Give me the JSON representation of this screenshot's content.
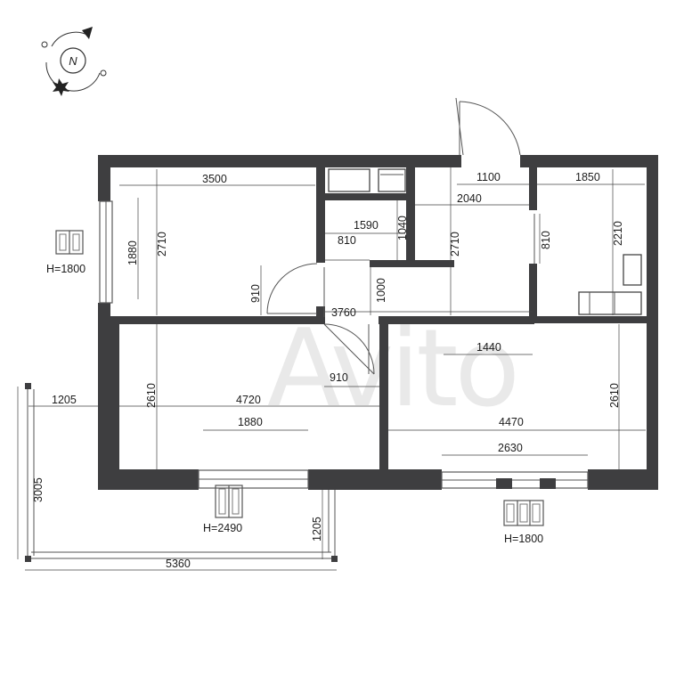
{
  "compass": {
    "letter": "N"
  },
  "watermark": "Avito",
  "dimensions": {
    "d_3500": "3500",
    "d_1100": "1100",
    "d_1850": "1850",
    "d_2040": "2040",
    "d_1590": "1590",
    "d_1040": "1040",
    "d_810a": "810",
    "d_2710a": "2710",
    "d_2710b": "2710",
    "d_1880a": "1880",
    "d_810b": "810",
    "d_2210": "2210",
    "d_910a": "910",
    "d_1000": "1000",
    "d_3760": "3760",
    "d_1440": "1440",
    "d_910b": "910",
    "d_2610a": "2610",
    "d_4720": "4720",
    "d_4470": "4470",
    "d_2610b": "2610",
    "d_1205a": "1205",
    "d_1880b": "1880",
    "d_2630": "2630",
    "d_3005": "3005",
    "d_1205b": "1205",
    "d_5360": "5360"
  },
  "windows": {
    "left": "H=1800",
    "balcony": "H=2490",
    "right": "H=1800"
  }
}
